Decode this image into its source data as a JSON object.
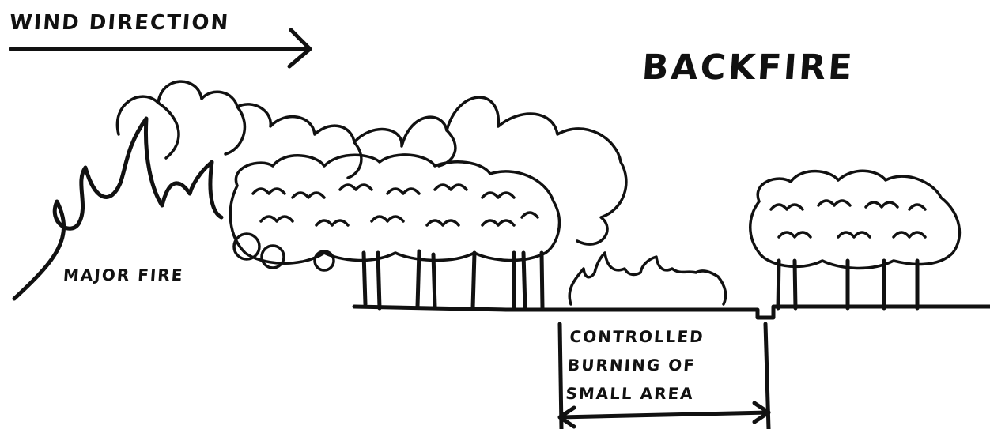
{
  "labels": {
    "wind_direction": "WIND DIRECTION",
    "backfire": "BACKFIRE",
    "major_fire": "MAJOR FIRE",
    "controlled_burning": [
      "CONTROLLED",
      "BURNING OF",
      "SMALL AREA"
    ]
  },
  "colors": {
    "ink": "#111111",
    "background": "#ffffff"
  }
}
